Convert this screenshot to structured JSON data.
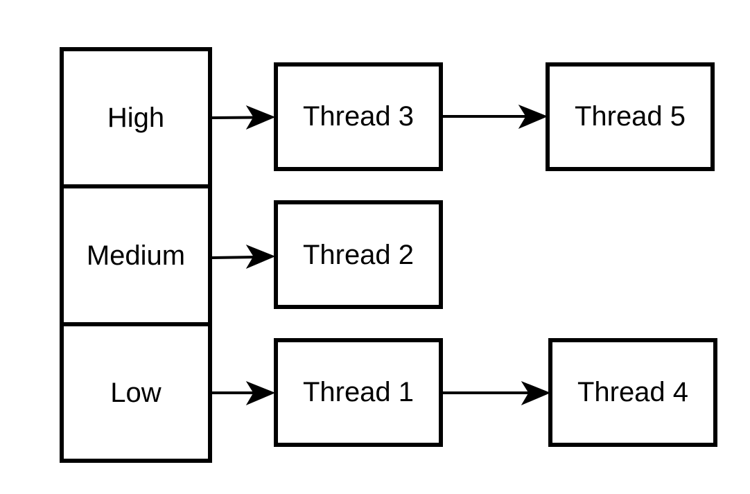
{
  "priorities": [
    {
      "label": "High"
    },
    {
      "label": "Medium"
    },
    {
      "label": "Low"
    }
  ],
  "threads": [
    {
      "label": "Thread 3"
    },
    {
      "label": "Thread 5"
    },
    {
      "label": "Thread 2"
    },
    {
      "label": "Thread 1"
    },
    {
      "label": "Thread 4"
    }
  ],
  "colors": {
    "stroke": "#000000",
    "fill": "#ffffff",
    "text": "#000000"
  }
}
